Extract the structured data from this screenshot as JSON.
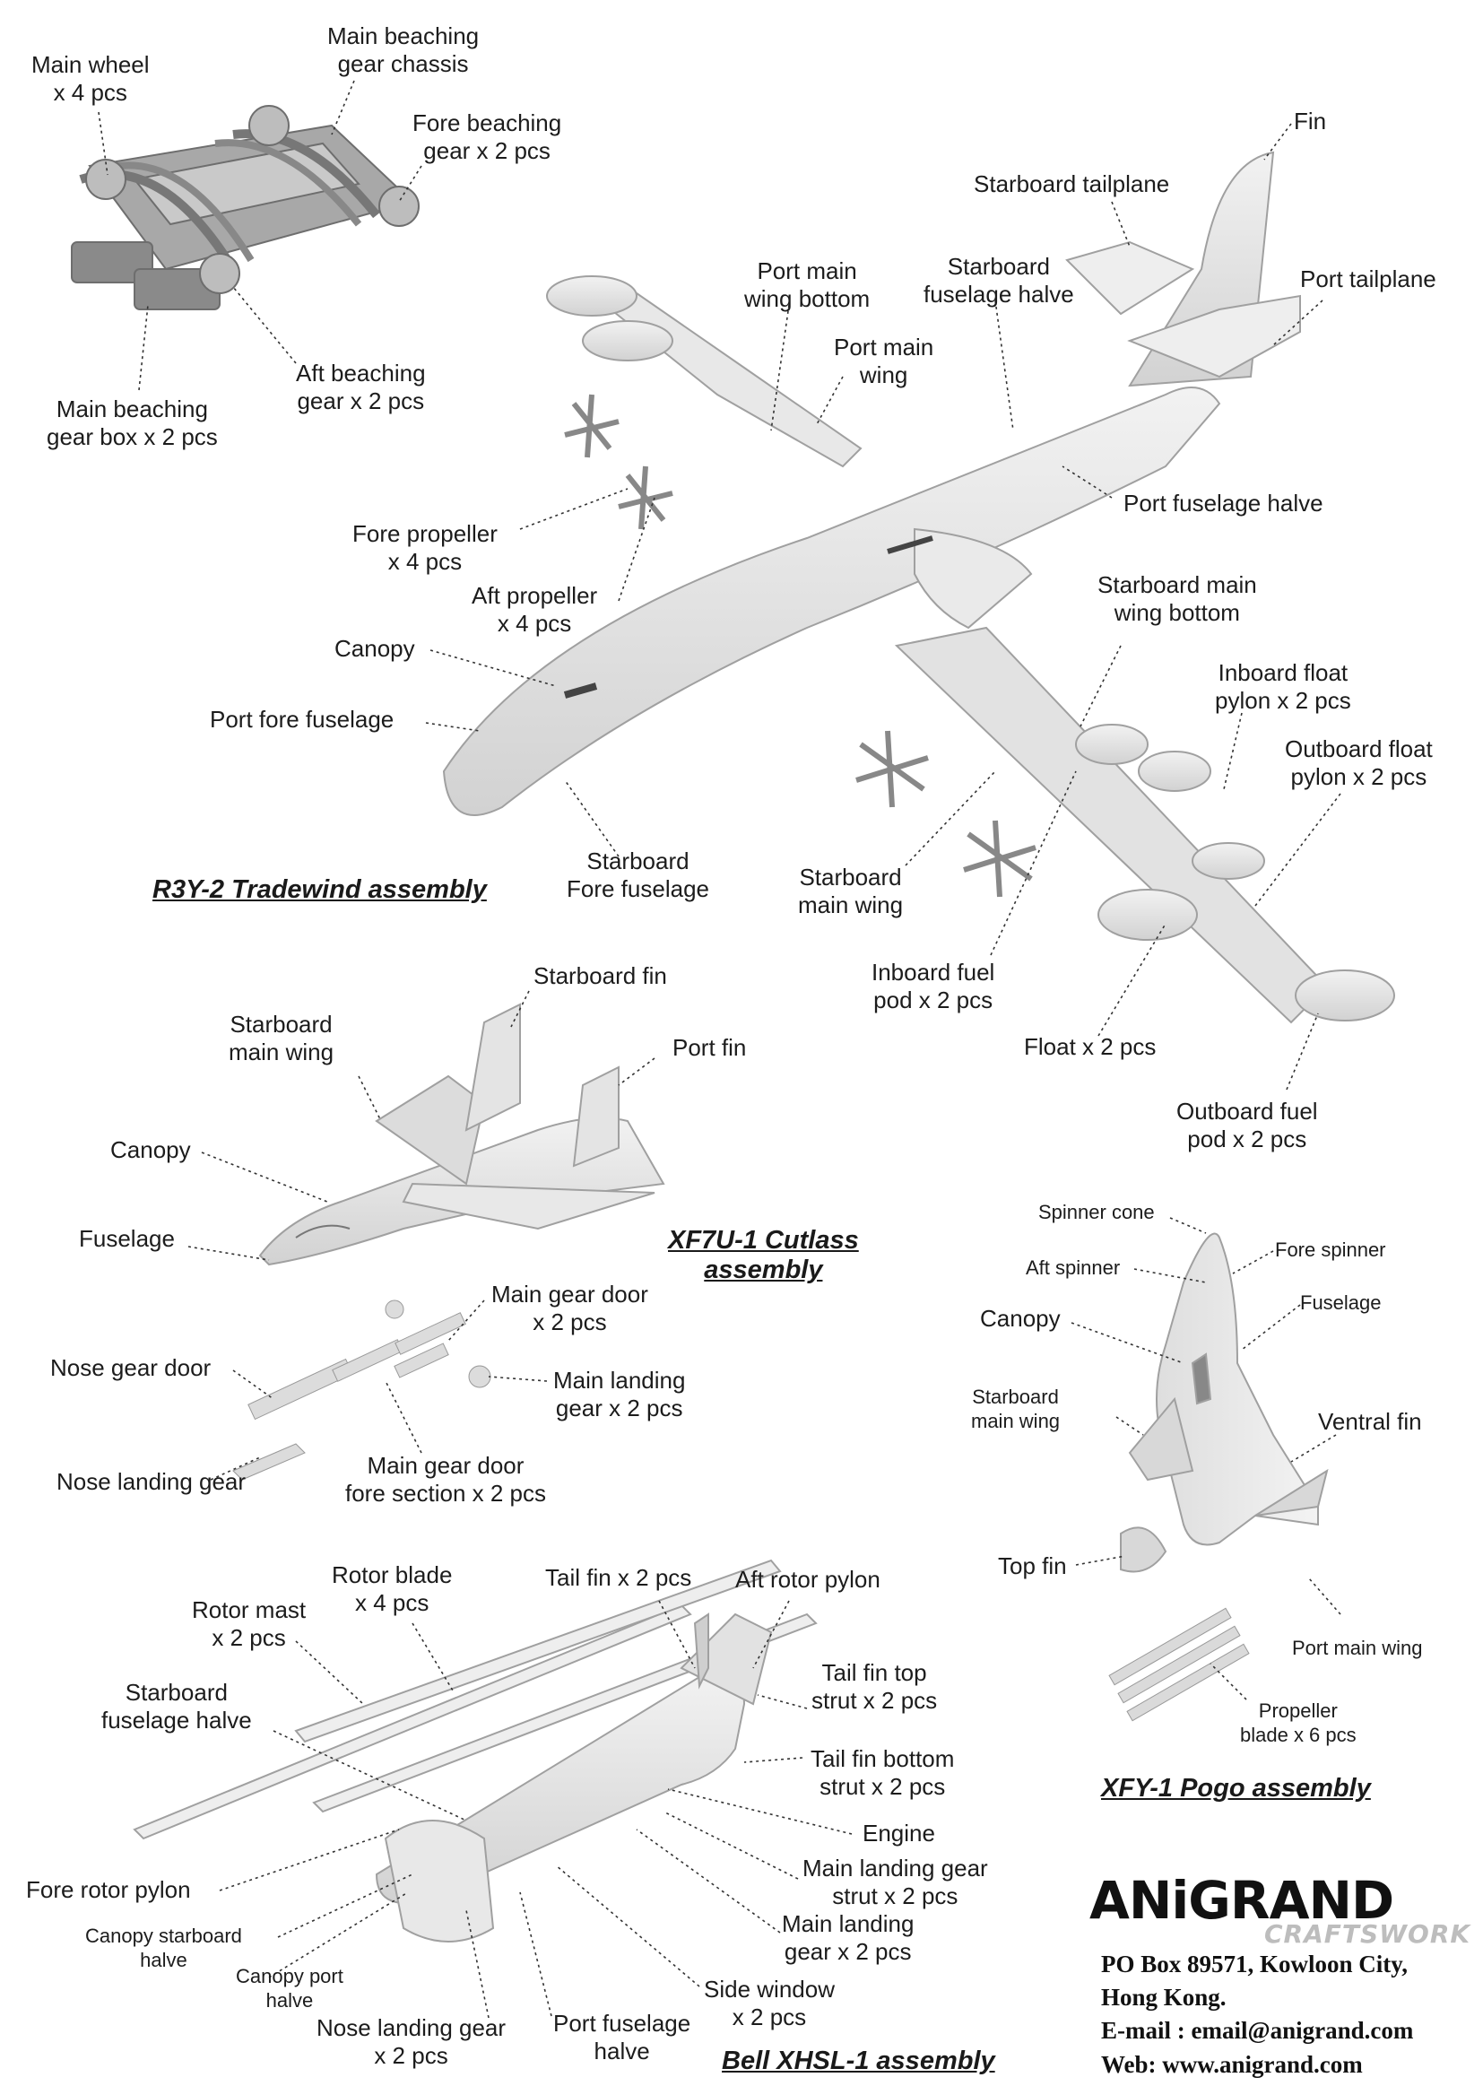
{
  "assemblies": [
    {
      "title": "R3Y-2 Tradewind assembly"
    },
    {
      "title": "XF7U-1 Cutlass\nassembly"
    },
    {
      "title": "XFY-1 Pogo assembly"
    },
    {
      "title": "Bell XHSL-1 assembly"
    }
  ],
  "labels": [
    "Main wheel\nx 4 pcs",
    "Main beaching\ngear chassis",
    "Fore beaching\ngear x 2 pcs",
    "Aft beaching\ngear x 2 pcs",
    "Main beaching\ngear box x 2 pcs",
    "Fin",
    "Starboard tailplane",
    "Port tailplane",
    "Port main\nwing bottom",
    "Starboard\nfuselage halve",
    "Port main\nwing",
    "Port fuselage halve",
    "Fore propeller\nx 4 pcs",
    "Aft propeller\nx 4 pcs",
    "Canopy",
    "Port fore fuselage",
    "Starboard\nFore fuselage",
    "Starboard main\nwing bottom",
    "Inboard float\npylon x 2 pcs",
    "Outboard float\npylon x 2 pcs",
    "Starboard\nmain wing",
    "Inboard fuel\npod x 2 pcs",
    "Float x 2 pcs",
    "Outboard fuel\npod x 2 pcs",
    "Starboard fin",
    "Starboard\nmain wing",
    "Port fin",
    "Canopy",
    "Fuselage",
    "Main gear door\nx 2 pcs",
    "Nose gear door",
    "Main landing\ngear x 2 pcs",
    "Nose landing gear",
    "Main gear door\nfore section x 2 pcs",
    "Spinner cone",
    "Aft spinner",
    "Fore spinner",
    "Fuselage",
    "Canopy",
    "Starboard\nmain wing",
    "Ventral fin",
    "Top fin",
    "Port main wing",
    "Propeller\nblade x 6 pcs",
    "Rotor blade\nx 4 pcs",
    "Tail fin x 2 pcs",
    "Aft rotor pylon",
    "Rotor mast\nx 2 pcs",
    "Starboard\nfuselage halve",
    "Tail fin top\nstrut x 2 pcs",
    "Tail fin bottom\nstrut x 2 pcs",
    "Engine",
    "Main landing gear\nstrut x 2 pcs",
    "Fore rotor pylon",
    "Main landing\ngear x 2 pcs",
    "Canopy starboard\nhalve",
    "Canopy port\nhalve",
    "Side window\nx 2 pcs",
    "Nose landing gear\nx 2 pcs",
    "Port fuselage\nhalve"
  ],
  "brand": {
    "name": "ANiGRAND",
    "sub": "CRAFTSWORK",
    "address1": "PO Box 89571, Kowloon City,",
    "address2": "Hong Kong.",
    "email": "E-mail : email@anigrand.com",
    "web": "Web: www.anigrand.com"
  },
  "colors": {
    "part_fill": "#e6e6e6",
    "part_stroke": "#9a9a9a",
    "text": "#1c1c1c",
    "brand_sub": "#bdbdbd"
  }
}
